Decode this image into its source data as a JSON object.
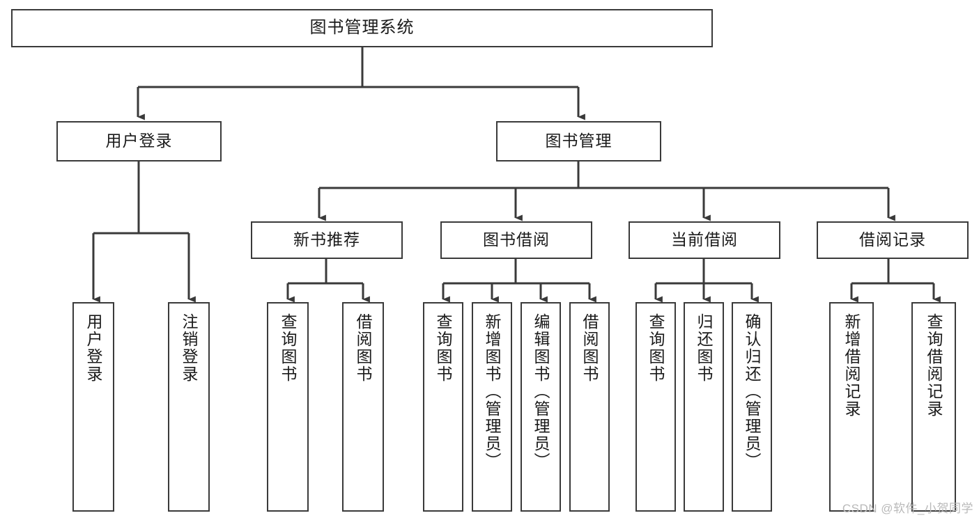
{
  "diagram": {
    "kind": "tree-hierarchy",
    "title": "图书管理系统",
    "watermark": "CSDN @软件_小贺同学",
    "colors": {
      "box_border": "#3a3a3a",
      "box_fill": "#ffffff",
      "edge": "#3a3a3a",
      "text": "#1a1a1a",
      "watermark": "#b9b9b9",
      "background": "#ffffff"
    },
    "root": {
      "label": "图书管理系统"
    },
    "level2": [
      {
        "id": "user-login",
        "label": "用户登录"
      },
      {
        "id": "book-manage",
        "label": "图书管理"
      }
    ],
    "level3": [
      {
        "id": "new-book-recommend",
        "label": "新书推荐",
        "parent": "book-manage"
      },
      {
        "id": "book-borrow",
        "label": "图书借阅",
        "parent": "book-manage"
      },
      {
        "id": "current-borrow",
        "label": "当前借阅",
        "parent": "book-manage"
      },
      {
        "id": "borrow-record",
        "label": "借阅记录",
        "parent": "book-manage"
      }
    ],
    "leaves": {
      "user_login": [
        {
          "id": "leaf-user-login",
          "label": "用户登录"
        },
        {
          "id": "leaf-logout-login",
          "label": "注销登录"
        }
      ],
      "new_book_recommend": [
        {
          "id": "leaf-query-book-1",
          "label": "查询图书"
        },
        {
          "id": "leaf-borrow-book-1",
          "label": "借阅图书"
        }
      ],
      "book_borrow": [
        {
          "id": "leaf-query-book-2",
          "label": "查询图书"
        },
        {
          "id": "leaf-add-book",
          "label": "新增图书（管理员）"
        },
        {
          "id": "leaf-edit-book",
          "label": "编辑图书（管理员）"
        },
        {
          "id": "leaf-borrow-book-2",
          "label": "借阅图书"
        }
      ],
      "current_borrow": [
        {
          "id": "leaf-query-book-3",
          "label": "查询图书"
        },
        {
          "id": "leaf-return-book",
          "label": "归还图书"
        },
        {
          "id": "leaf-confirm-return",
          "label": "确认归还（管理员）"
        }
      ],
      "borrow_record": [
        {
          "id": "leaf-add-record",
          "label": "新增借阅记录"
        },
        {
          "id": "leaf-query-record",
          "label": "查询借阅记录"
        }
      ]
    }
  }
}
